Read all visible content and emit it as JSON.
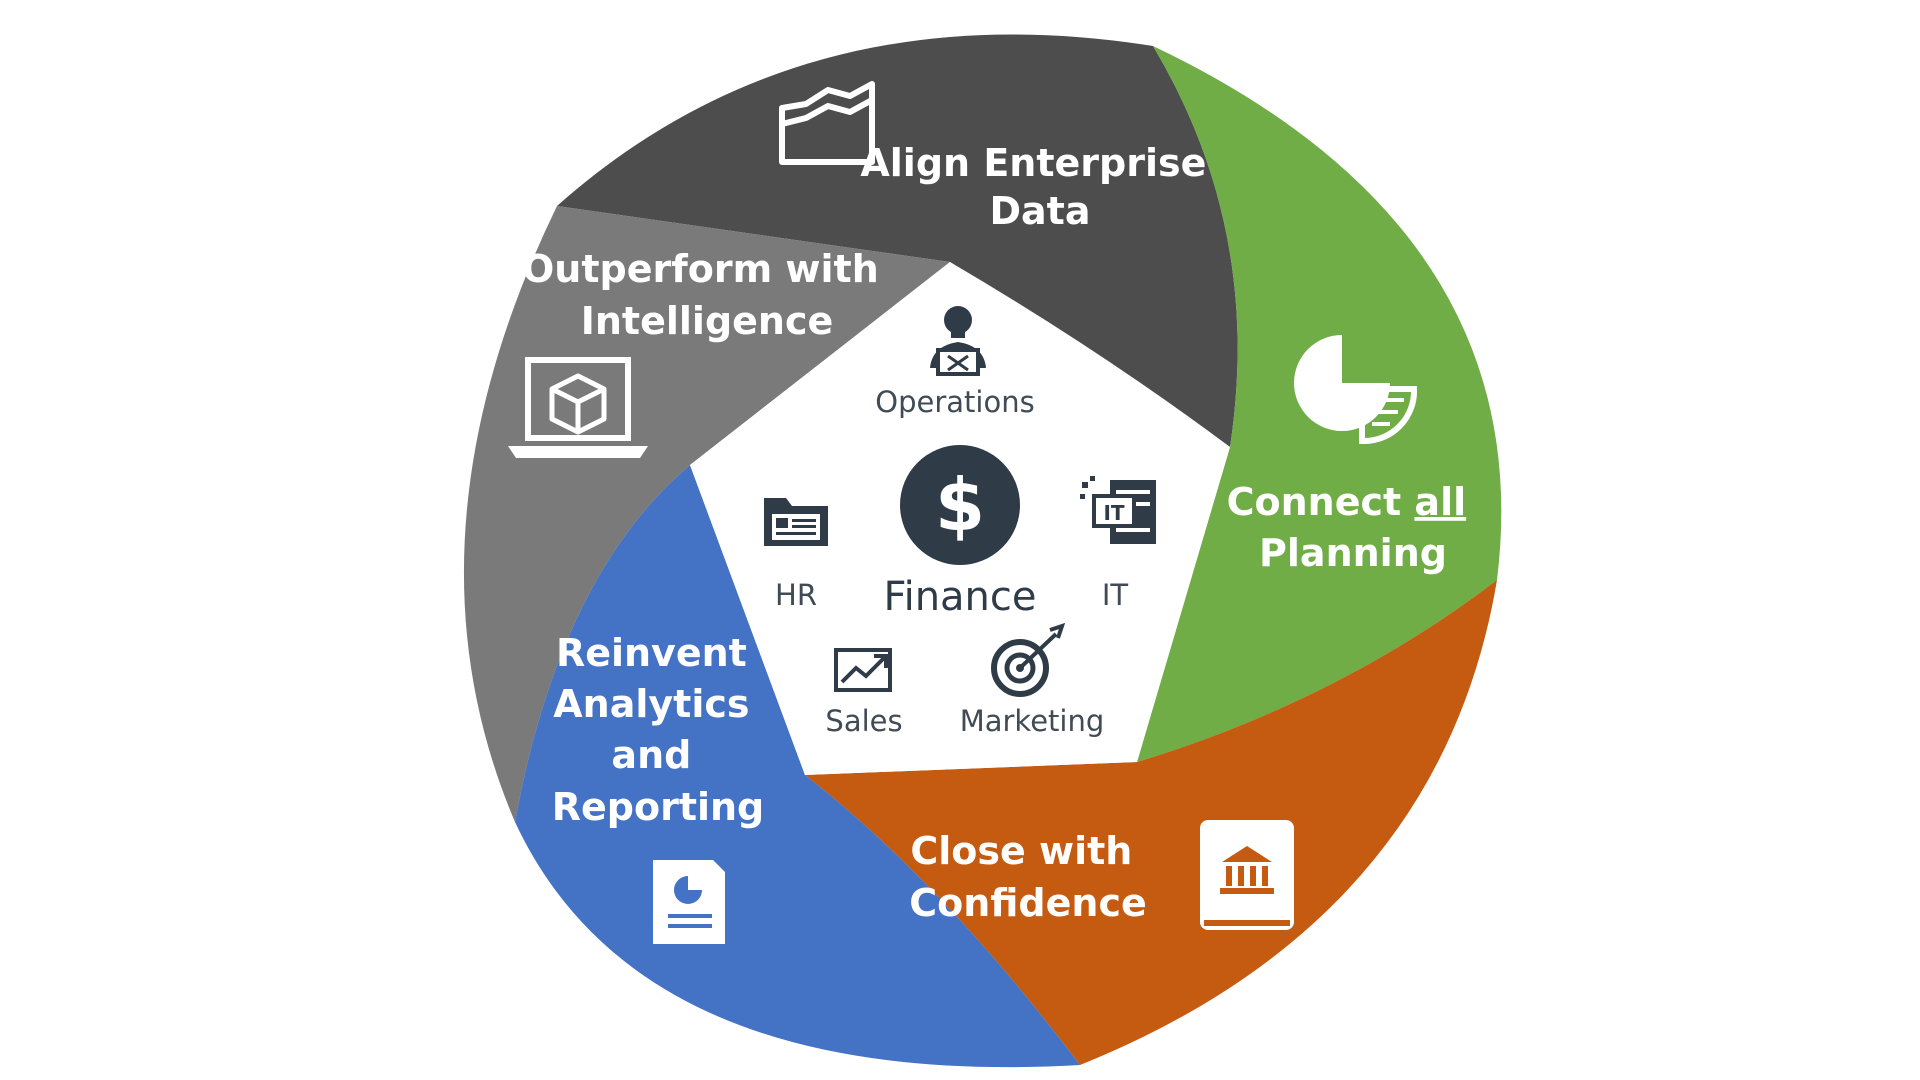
{
  "colors": {
    "align": "#4d4d4d",
    "outperform": "#7a7a7a",
    "connect": "#70ad47",
    "close": "#c55a11",
    "reinvent": "#4472c4",
    "center_bg": "#ffffff",
    "icon_dark": "#2f3c48"
  },
  "segments": {
    "align": {
      "line1": "Align Enterprise",
      "line2": "Data",
      "icon": "area-chart-icon"
    },
    "outperform": {
      "line1": "Outperform with",
      "line2": "Intelligence",
      "icon": "laptop-cube-icon"
    },
    "connect": {
      "line1_pre": "Connect ",
      "line1_underlined": "all",
      "line2": "Planning",
      "icon": "pie-chart-icon"
    },
    "close": {
      "line1": "Close with",
      "line2": "Confidence",
      "icon": "bank-book-icon"
    },
    "reinvent": {
      "line1": "Reinvent",
      "line2": "Analytics",
      "line3": "and",
      "line4": "Reporting",
      "icon": "report-document-icon"
    }
  },
  "center": {
    "hub_label": "Finance",
    "hub_icon": "dollar-icon",
    "departments": [
      {
        "label": "Operations",
        "icon": "worker-icon"
      },
      {
        "label": "HR",
        "icon": "id-folder-icon"
      },
      {
        "label": "IT",
        "icon": "server-icon"
      },
      {
        "label": "Sales",
        "icon": "trend-chart-icon"
      },
      {
        "label": "Marketing",
        "icon": "target-icon"
      }
    ]
  }
}
